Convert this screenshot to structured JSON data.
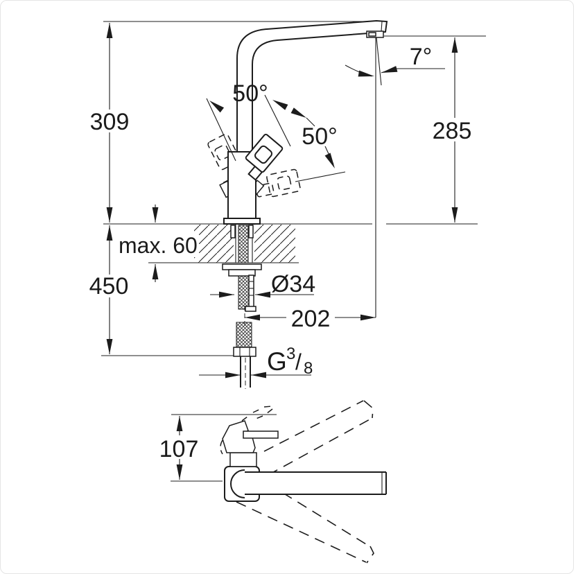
{
  "side_view": {
    "total_height": "309",
    "outlet_height": "285",
    "outlet_angle": "7°",
    "handle_angle_left": "50°",
    "handle_angle_right": "50°",
    "deck_thickness": "max. 60",
    "hose_clearance": "450",
    "hole_diameter": "Ø34",
    "spout_reach": "202",
    "thread": {
      "prefix": "G",
      "numerator": "3",
      "slash": "/",
      "denominator": "8"
    }
  },
  "plan_view": {
    "body_depth": "107"
  }
}
